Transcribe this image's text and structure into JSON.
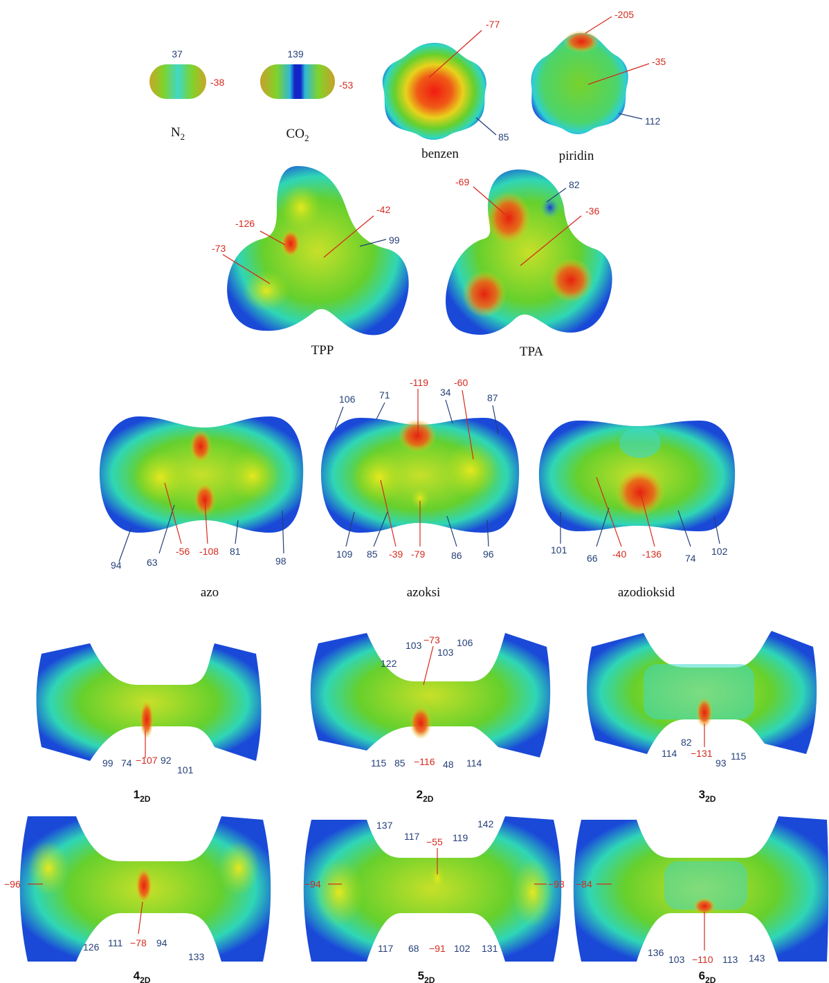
{
  "molecules": [
    {
      "id": "n2",
      "name": "N",
      "sub": "2",
      "values": [
        "37",
        "-38"
      ]
    },
    {
      "id": "co2",
      "name": "CO",
      "sub": "2",
      "values": [
        "139",
        "-53"
      ]
    },
    {
      "id": "benzen",
      "name": "benzen",
      "values": [
        "-77",
        "85"
      ]
    },
    {
      "id": "piridin",
      "name": "piridin",
      "values": [
        "-205",
        "-35",
        "112"
      ]
    },
    {
      "id": "tpp",
      "name": "TPP",
      "values": [
        "-126",
        "-42",
        "-73",
        "99"
      ]
    },
    {
      "id": "tpa",
      "name": "TPA",
      "values": [
        "-69",
        "82",
        "-36"
      ]
    },
    {
      "id": "azo",
      "name": "azo",
      "values": [
        "94",
        "63",
        "-56",
        "-108",
        "81",
        "98"
      ]
    },
    {
      "id": "azoksi",
      "name": "azoksi",
      "values": [
        "106",
        "71",
        "-119",
        "-60",
        "34",
        "87",
        "109",
        "85",
        "-39",
        "-79",
        "86",
        "96"
      ]
    },
    {
      "id": "azodioksid",
      "name": "azodioksid",
      "values": [
        "101",
        "66",
        "-40",
        "-136",
        "74",
        "102"
      ]
    },
    {
      "id": "c1",
      "name": "1",
      "sub": "2D",
      "values": [
        "99",
        "74",
        "−107",
        "92",
        "101"
      ]
    },
    {
      "id": "c2",
      "name": "2",
      "sub": "2D",
      "values": [
        "122",
        "103",
        "−73",
        "103",
        "106",
        "115",
        "85",
        "−116",
        "48",
        "114"
      ]
    },
    {
      "id": "c3",
      "name": "3",
      "sub": "2D",
      "values": [
        "114",
        "82",
        "−131",
        "93",
        "115"
      ]
    },
    {
      "id": "c4",
      "name": "4",
      "sub": "2D",
      "values": [
        "−96",
        "126",
        "111",
        "−78",
        "94",
        "133"
      ]
    },
    {
      "id": "c5",
      "name": "5",
      "sub": "2D",
      "values": [
        "137",
        "117",
        "−55",
        "119",
        "142",
        "−94",
        "−93",
        "117",
        "68",
        "−91",
        "102",
        "131"
      ]
    },
    {
      "id": "c6",
      "name": "6",
      "sub": "2D",
      "values": [
        "−84",
        "136",
        "103",
        "−110",
        "113",
        "143"
      ]
    }
  ],
  "colors": {
    "negative_label": "#d42a1e",
    "positive_label": "#243f78",
    "map_red": "#e8281a",
    "map_yellow": "#e6e21c",
    "map_green": "#5fce2a",
    "map_cyan": "#2fd8c8",
    "map_blue": "#1a3fd6"
  }
}
